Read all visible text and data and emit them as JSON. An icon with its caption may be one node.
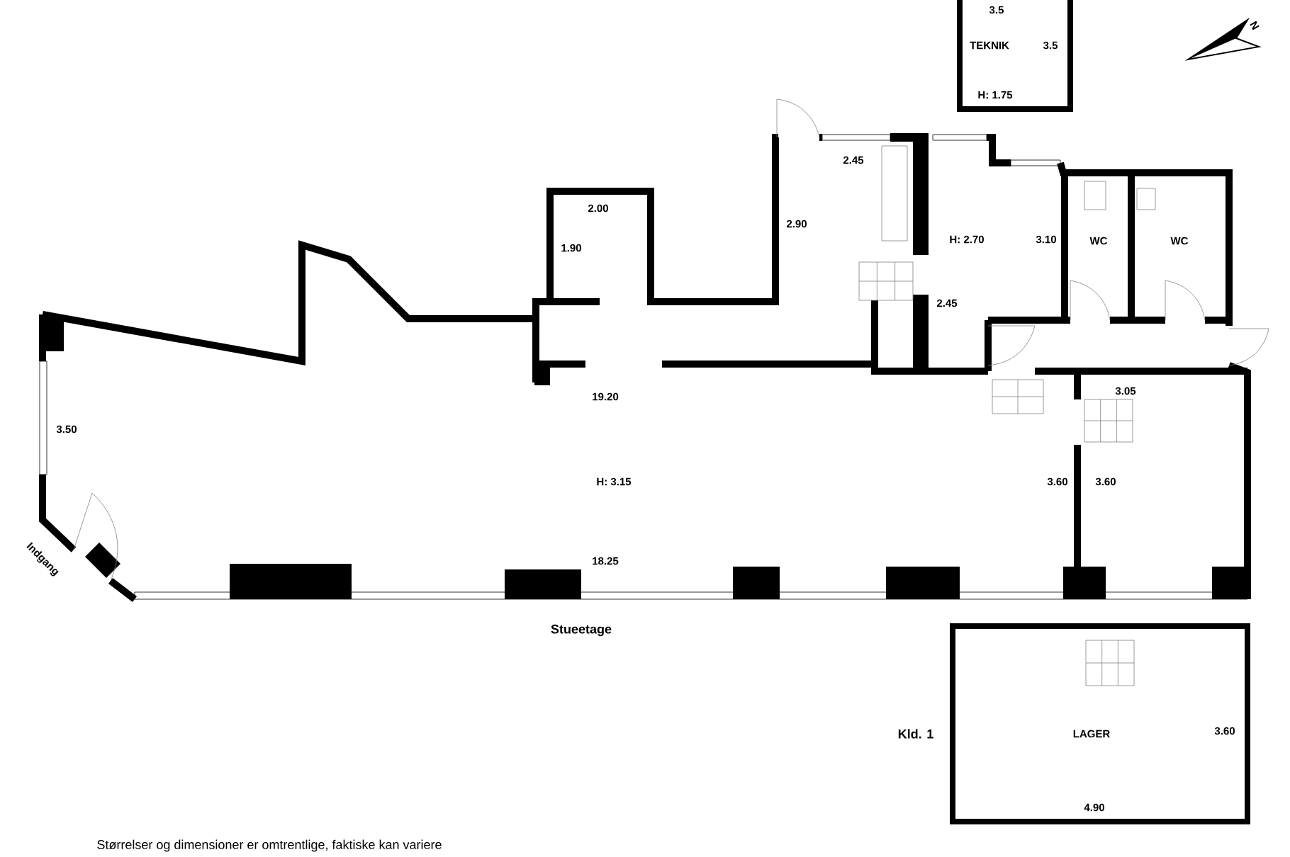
{
  "diagram": {
    "nodes": [
      {
        "text": [
          "3.5",
          "TEKNIK",
          "3.5",
          "H: 1.75"
        ]
      },
      {
        "text": [
          "LAGER",
          "3.60",
          "4.90"
        ]
      }
    ],
    "labels": [
      "N",
      "2.45",
      "2.00",
      "2.90",
      "H: 2.70",
      "3.10",
      "WC",
      "WC",
      "1.90",
      "2.45",
      "19.20",
      "3.05",
      "3.50",
      "H: 3.15",
      "3.60",
      "3.60",
      "Indgang",
      "18.25",
      "Stueetage",
      "Kld. 1",
      "Størrelser og dimensioner er omtrentlige, faktiske kan variere"
    ]
  }
}
